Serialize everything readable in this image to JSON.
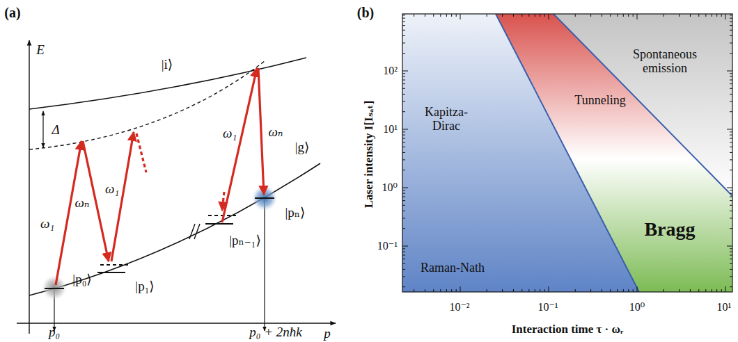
{
  "diagram": {
    "labels": [
      "(a)",
      "E",
      "|i⟩",
      "Δ",
      "ω₁",
      "ωₙ",
      "ω₁",
      "ω₁",
      "ωₙ",
      "|g⟩",
      "|p₀⟩",
      "|p₁⟩",
      "|pₙ₋₁⟩",
      "|pₙ⟩",
      "p₀",
      "p₀ + 2nħk",
      "p",
      "(b)",
      "Spontaneous emission",
      "Kapitza-Dirac",
      "Tunneling",
      "Raman-Nath",
      "Bragg",
      "10²",
      "10¹",
      "10⁰",
      "10⁻¹",
      "10⁻²",
      "10⁻¹",
      "10⁰",
      "10¹",
      "Laser intensity I[Iₛₐₜ]",
      "Interaction time τ · ωᵣ"
    ]
  }
}
